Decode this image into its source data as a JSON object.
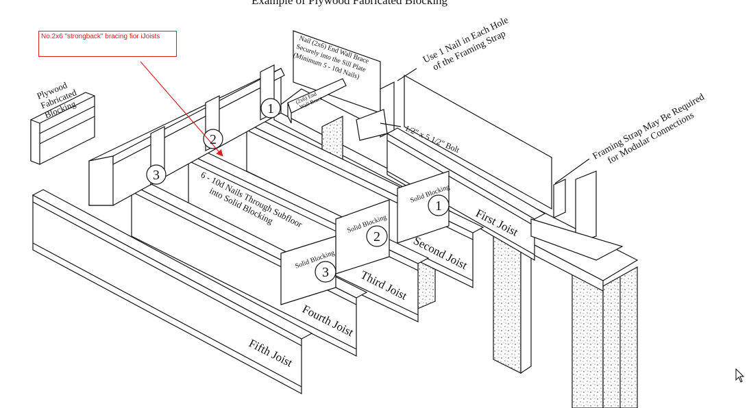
{
  "title": "Example of Plywood Fabricated Blocking",
  "annotation": {
    "text": "No.2x6 \"strongback\" bracing fior iJoists",
    "color": "#d92020"
  },
  "labels": {
    "plywood_blocking": [
      "Plywood",
      "Fabricated",
      "Blocking"
    ],
    "end_wall_brace_note": [
      "Nail (2x6) End Wall Brace",
      "Securely into the Sill Plate",
      "(Minimum 5 - 10d Nails)"
    ],
    "end_wall_brace": [
      "(2x6) End",
      "Wall Brace"
    ],
    "nail_strap": [
      "Use 1 Nail in Each Hole",
      "of the Framing Strap"
    ],
    "bolt": "1/2\" x 5 1/2\" Bolt",
    "framing_strap": [
      "Framing Strap May Be Required",
      "for Modular Connections"
    ],
    "nails_subfloor": [
      "6 - 10d Nails Through Subfloor",
      "into Solid Blocking"
    ],
    "solid_blocking": "Solid Blocking",
    "circle_1": "1",
    "circle_2": "2",
    "circle_3": "3"
  },
  "joists": [
    "First Joist",
    "Second Joist",
    "Third Joist",
    "Fourth Joist",
    "Fifth Joist"
  ],
  "colors": {
    "line": "#111111",
    "annotation": "#d92020",
    "background": "#ffffff"
  },
  "icons": [
    "mouse-cursor-icon"
  ]
}
